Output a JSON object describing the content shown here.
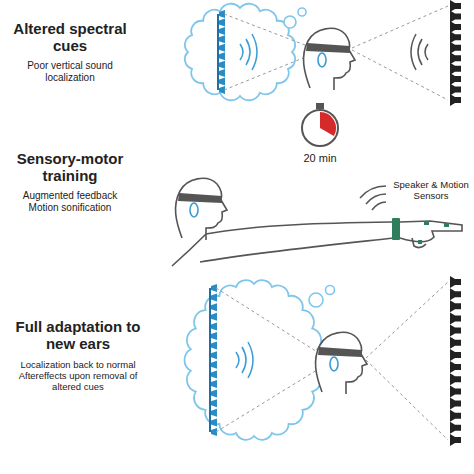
{
  "diagram": {
    "labels": [
      "Altered spectral cues",
      "Poor vertical sound localization",
      "Sensory-motor training",
      "Augmented feedback Motion sonification",
      "20 min",
      "Speaker & Motion Sensors",
      "Full adaptation to new ears",
      "Localization back to normal Aftereffects upon removal of altered cues"
    ]
  }
}
